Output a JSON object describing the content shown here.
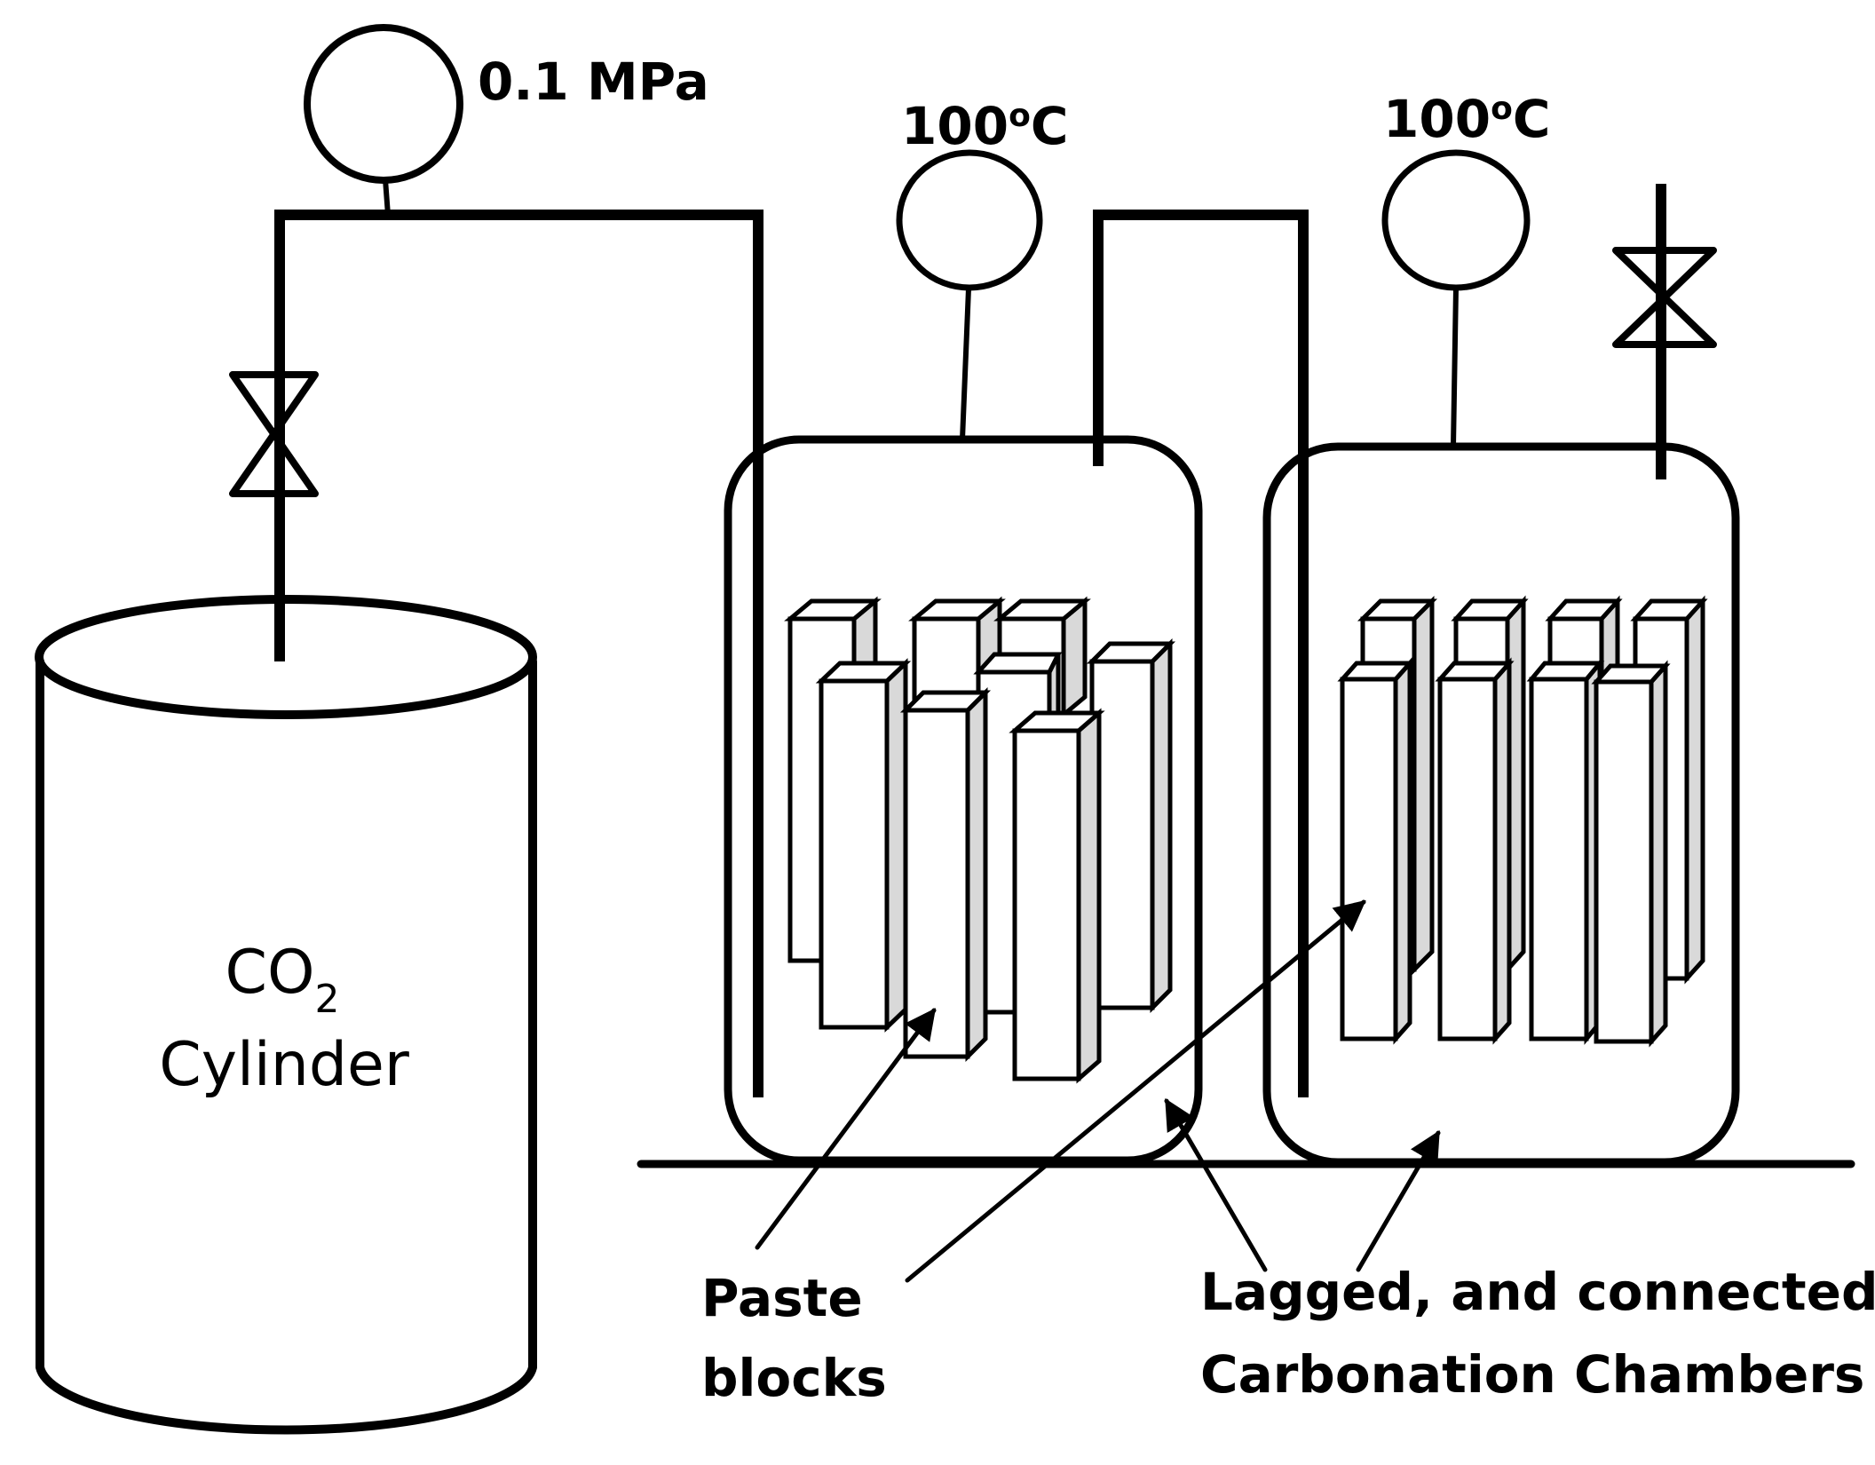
{
  "cylinder": {
    "line1": "CO",
    "subscript": "2",
    "line2": "Cylinder"
  },
  "pressure_gauge": {
    "label": "0.1 MPa"
  },
  "chamber_left": {
    "temperature": "100",
    "temp_sup": "o",
    "temp_unit": "C"
  },
  "chamber_right": {
    "temperature": "100",
    "temp_sup": "o",
    "temp_unit": "C"
  },
  "labels": {
    "paste_line1": "Paste",
    "paste_line2": "blocks",
    "chambers_line1": "Lagged, and connected",
    "chambers_line2": "Carbonation Chambers"
  }
}
